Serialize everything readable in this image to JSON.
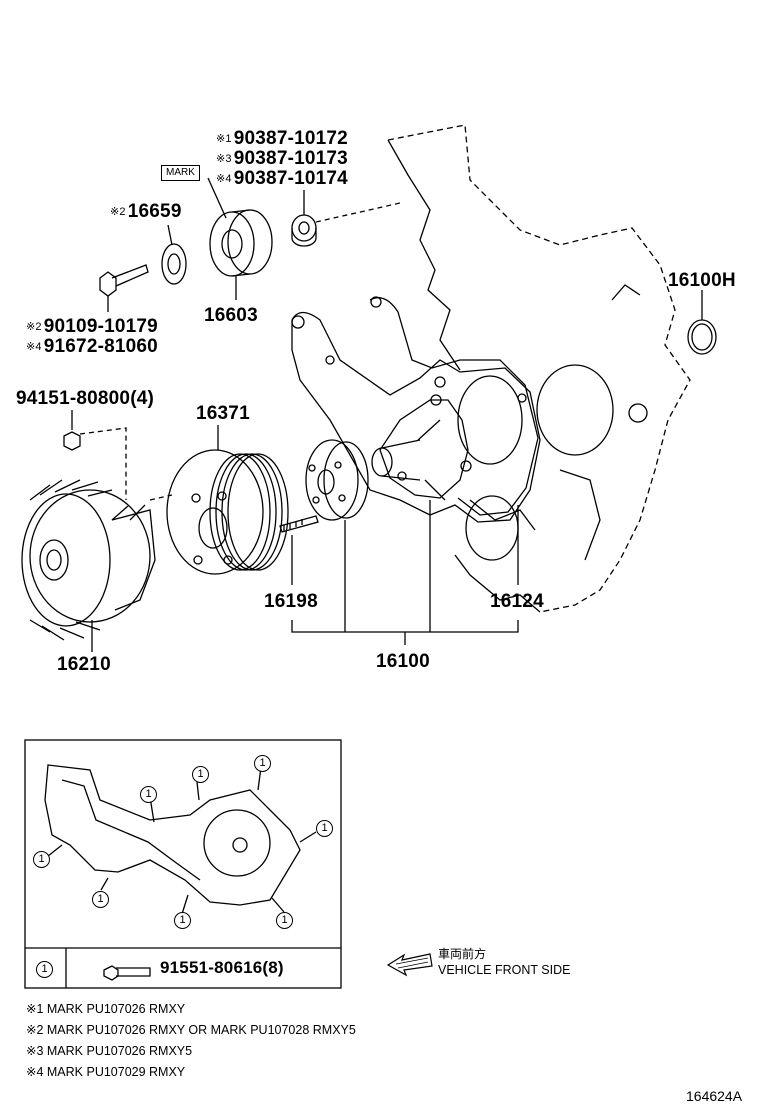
{
  "parts": {
    "idler_bolt_options": {
      "line1": {
        "mark": "※1",
        "num": "90387-10172"
      },
      "line2": {
        "mark": "※3",
        "num": "90387-10173"
      },
      "line3": {
        "mark": "※4",
        "num": "90387-10174"
      }
    },
    "mark_box": "MARK",
    "p16659": {
      "mark": "※2",
      "num": "16659"
    },
    "p16603": "16603",
    "bolt_options": {
      "line1": {
        "mark": "※2",
        "num": "90109-10179"
      },
      "line2": {
        "mark": "※4",
        "num": "91672-81060"
      }
    },
    "p16100H": "16100H",
    "p94151": "94151-80800(4)",
    "p16371": "16371",
    "p16198": "16198",
    "p16124": "16124",
    "p16210": "16210",
    "p16100": "16100"
  },
  "inset": {
    "callout": "1",
    "legend_key": "1",
    "legend_part": "91551-80616(8)"
  },
  "direction": {
    "jp": "車両前方",
    "en": "VEHICLE FRONT SIDE"
  },
  "notes": [
    "※1 MARK PU107026 RMXY",
    "※2 MARK PU107026 RMXY OR MARK PU107028 RMXY5",
    "※3 MARK PU107026 RMXY5",
    "※4 MARK PU107029 RMXY"
  ],
  "figure_id": "164624A"
}
